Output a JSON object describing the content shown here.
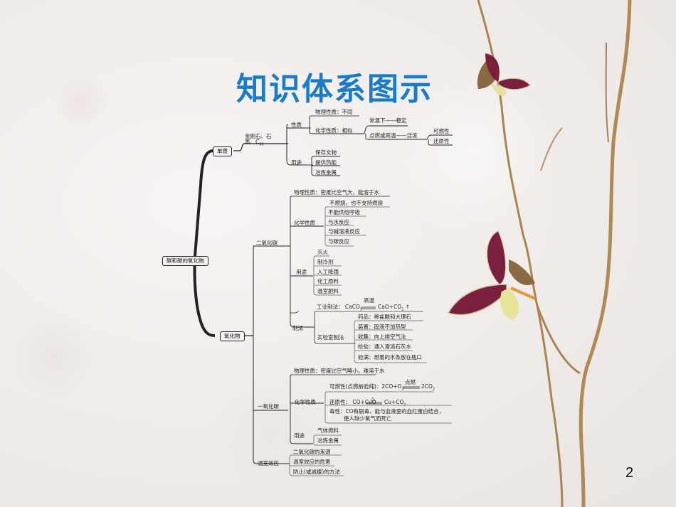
{
  "slide": {
    "title": "知识体系图示",
    "page_number": "2",
    "title_color": "#1a7bc6"
  },
  "mindmap": {
    "root": "碳和碳的氧化物",
    "elemental": {
      "label": "单质",
      "examples_line1": "金刚石、石",
      "examples_line2": "墨、C",
      "examples_sub": "60",
      "properties": {
        "label": "性质",
        "physical": "物理性质：不同",
        "chemical": "化学性质：相似",
        "normal_temp": "常温下——稳定",
        "high_temp": "点燃或高温——活泼",
        "flammability": "可燃性",
        "reducibility": "还原性"
      },
      "uses": {
        "label": "用途",
        "items": [
          "保存文物",
          "提供热能",
          "冶炼金属"
        ]
      }
    },
    "oxides": {
      "label": "氧化物",
      "co2": {
        "label": "二氧化碳",
        "physical": "物理性质：密度比空气大，能溶于水",
        "chemical": {
          "label": "化学性质",
          "items": [
            "不燃烧，也不支持燃烧",
            "不能供给呼吸",
            "与水反应",
            "与碱溶液反应",
            "与碳反应"
          ]
        },
        "uses": {
          "label": "用途",
          "items": [
            "灭火",
            "制冷剂",
            "人工降雨",
            "化工原料",
            "温室肥料"
          ]
        },
        "preparation": {
          "label": "制法",
          "industrial_label": "工业制法：",
          "industrial_eq_left": "CaCO",
          "industrial_eq_cond": "高温",
          "industrial_eq_right": "CaO+CO",
          "lab": {
            "label": "实验室制法",
            "items": [
              "药品：稀盐酸和大理石",
              "装置：固液不加热型",
              "收集：向上排空气法",
              "检验：通入澄清石灰水",
              "验满：燃着的木条放在瓶口"
            ]
          }
        }
      },
      "co": {
        "label": "一氧化碳",
        "physical": "物理性质：密度比空气略小，难溶于水",
        "chemical": {
          "label": "化学性质",
          "flammability_label": "可燃性(点燃前验纯)：2CO+O",
          "flammability_cond": "点燃",
          "flammability_right": "2CO",
          "reduction_label": "还原性：  CO+CuO",
          "reduction_cond": "△",
          "reduction_right": "Cu+CO",
          "toxicity_line1": "毒性：CO有剧毒，能与血液里的血红蛋白结合，",
          "toxicity_line2": "使人缺少氧气而死亡"
        },
        "uses": {
          "label": "用途",
          "items": [
            "气体燃料",
            "冶炼金属"
          ]
        }
      },
      "greenhouse": {
        "label": "温室效应",
        "items": [
          "二氧化碳的来源",
          "温室效应的危害",
          "防止(或减缓)的方法"
        ]
      }
    }
  },
  "decoration": {
    "butterfly_color": "#7a1f3d",
    "branch_color": "#a88450"
  }
}
